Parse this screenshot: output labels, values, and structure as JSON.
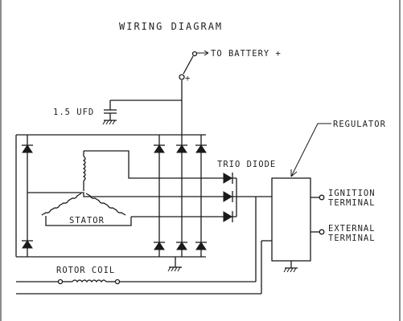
{
  "title": "WIRING DIAGRAM",
  "labels": {
    "battery": "TO BATTERY +",
    "plus": "+",
    "capacitor": "1.5 UFD",
    "regulator": "REGULATOR",
    "trio_diode": "TRIO DIODE",
    "stator": "STATOR",
    "ignition_line1": "IGNITION",
    "ignition_line2": "TERMINAL",
    "external_line1": "EXTERNAL",
    "external_line2": "TERMINAL",
    "rotor_coil": "ROTOR COIL"
  }
}
